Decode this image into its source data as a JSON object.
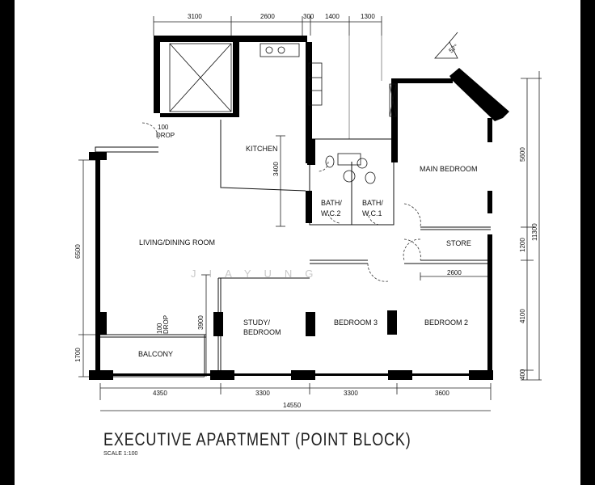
{
  "plan": {
    "title": "EXECUTIVE APARTMENT (POINT BLOCK)",
    "scale": "SCALE 1:100",
    "watermark": "JIAYUNG"
  },
  "rooms": {
    "kitchen": "KITCHEN",
    "living_dining": "LIVING/DINING ROOM",
    "main_bedroom": "MAIN BEDROOM",
    "store": "STORE",
    "bath1_a": "BATH/",
    "bath1_b": "W.C.1",
    "bath2_a": "BATH/",
    "bath2_b": "W.C.2",
    "study_a": "STUDY/",
    "study_b": "BEDROOM",
    "bedroom3": "BEDROOM 3",
    "bedroom2": "BEDROOM 2",
    "balcony": "BALCONY"
  },
  "drops": {
    "upper_a": "100",
    "upper_b": "DROP",
    "balcony_a": "100",
    "balcony_b": "DROP"
  },
  "north": {
    "angle": "57°"
  },
  "dimensions": {
    "top": [
      "3100",
      "2600",
      "300",
      "1400",
      "1300"
    ],
    "bottom_segments": [
      "4350",
      "3300",
      "3300",
      "3600"
    ],
    "bottom_total": "14550",
    "left": [
      "6500",
      "1700"
    ],
    "right_inner": [
      "5600",
      "1200",
      "4100",
      "400"
    ],
    "right_total": "11300",
    "kitchen_height": "3400",
    "study_height": "3900",
    "bedroom2_width": "2600"
  }
}
